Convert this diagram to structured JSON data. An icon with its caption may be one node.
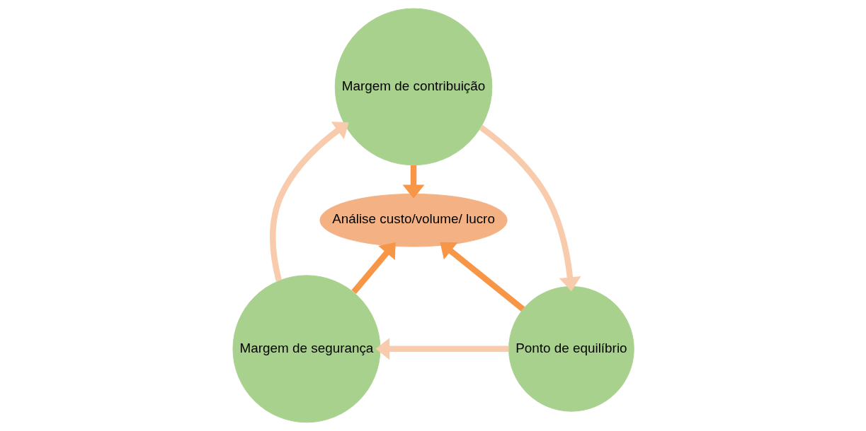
{
  "diagram": {
    "nodes": [
      {
        "text": [
          "Margem de contribuição"
        ]
      },
      {
        "text": [
          "Análise custo/volume/ lucro"
        ]
      },
      {
        "text": [
          "Margem de segurança"
        ]
      },
      {
        "text": [
          "Ponto de equilíbrio"
        ]
      }
    ],
    "edges": [
      {
        "from": 0,
        "to": 1,
        "arrow": "to",
        "color": "#f79646"
      },
      {
        "from": 2,
        "to": 1,
        "arrow": "to",
        "color": "#f79646"
      },
      {
        "from": 3,
        "to": 1,
        "arrow": "to",
        "color": "#f79646"
      },
      {
        "from": 2,
        "to": 0,
        "arrow": "to",
        "color": "#f8cbad"
      },
      {
        "from": 0,
        "to": 3,
        "arrow": "to",
        "color": "#f8cbad"
      },
      {
        "from": 3,
        "to": 2,
        "arrow": "to",
        "color": "#f8cbad"
      }
    ]
  }
}
